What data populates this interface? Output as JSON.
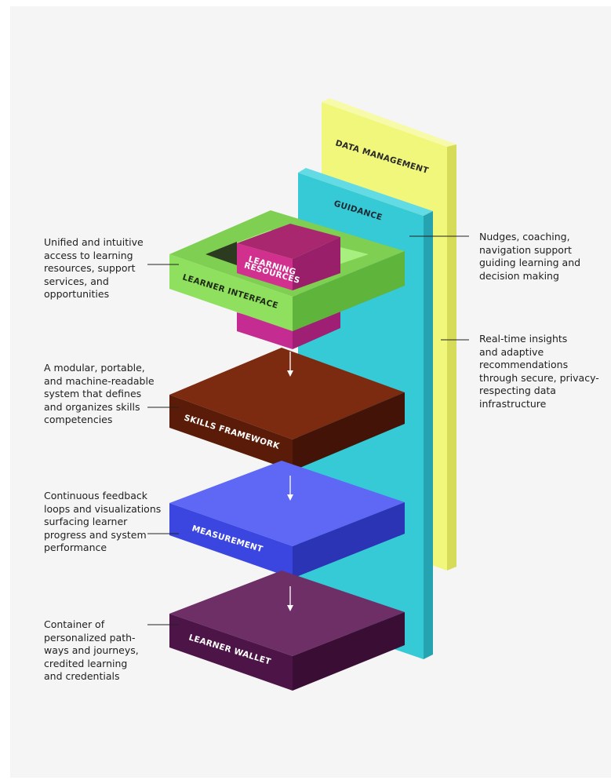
{
  "layers": {
    "data_management": "DATA MANAGEMENT",
    "guidance": "GUIDANCE",
    "learning_resources_line1": "LEARNING",
    "learning_resources_line2": "RESOURCES",
    "learner_interface": "LEARNER INTERFACE",
    "skills_framework": "SKILLS FRAMEWORK",
    "measurement": "MEASUREMENT",
    "learner_wallet": "LEARNER WALLET"
  },
  "annotations": {
    "learner_interface": "Unified and intuitive\naccess to learning\nresources, support\nservices, and\nopportunities",
    "skills_framework": "A modular, portable,\nand machine-readable\nsystem that defines\nand organizes skills\ncompetencies",
    "measurement": "Continuous feedback\nloops and visualizations\nsurfacing learner\nprogress and system\nperformance",
    "learner_wallet": "Container of\npersonalized path-\nways and journeys,\ncredited learning\nand credentials",
    "guidance": "Nudges, coaching,\nnavigation support\nguiding learning and\ndecision making",
    "data_management": "Real-time insights\nand adaptive\nrecommendations\nthrough secure, privacy-\nrespecting data\ninfrastructure"
  },
  "colors": {
    "data_management": "#f1f77a",
    "guidance": "#36c9d6",
    "learning_resources": "#c52c92",
    "learner_interface": "#8fe05e",
    "skills_framework": "#7c2a10",
    "measurement": "#5862f2",
    "learner_wallet": "#6e2e66"
  }
}
